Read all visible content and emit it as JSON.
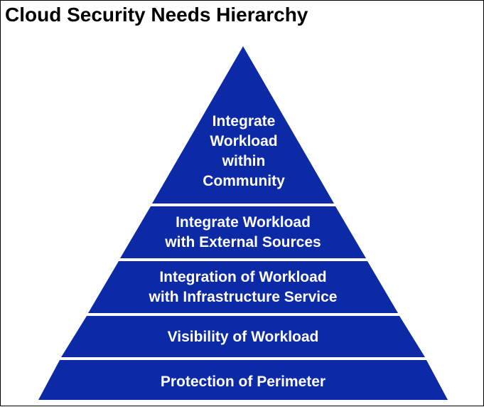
{
  "title": "Cloud Security Needs Hierarchy",
  "colors": {
    "tier_fill": "#0d2aa6",
    "separator": "#ffffff",
    "text": "#ffffff",
    "border": "#000000"
  },
  "tiers": [
    {
      "lines": [
        "Integrate",
        "Workload",
        "within",
        "Community"
      ]
    },
    {
      "lines": [
        "Integrate Workload",
        "with External Sources"
      ]
    },
    {
      "lines": [
        "Integration of Workload",
        "with Infrastructure Service"
      ]
    },
    {
      "lines": [
        "Visibility of Workload"
      ]
    },
    {
      "lines": [
        "Protection of Perimeter"
      ]
    }
  ]
}
